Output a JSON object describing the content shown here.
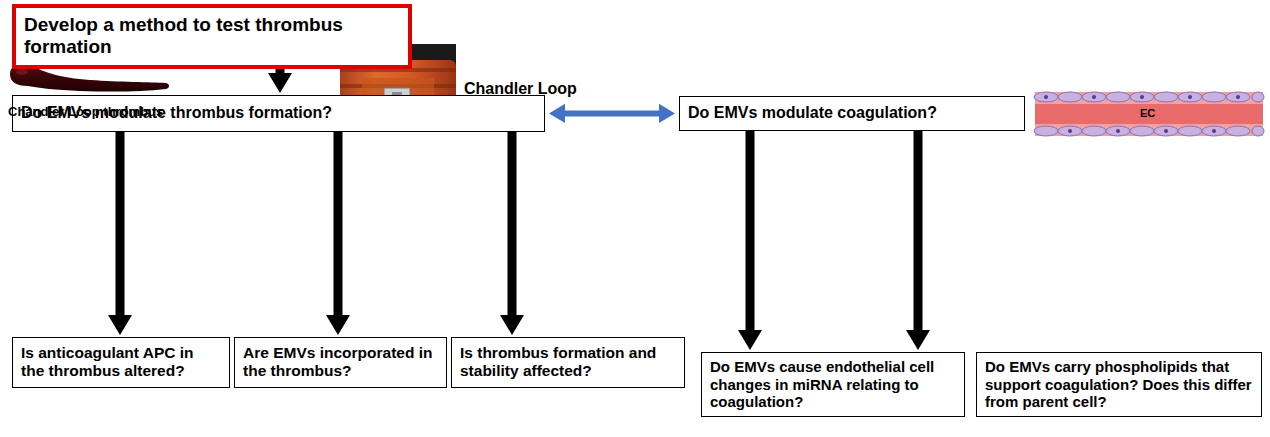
{
  "diagram": {
    "nodes": [
      {
        "text": [
          "Develop a method to test thrombus formation"
        ]
      },
      {
        "text": [
          "Do EMVs modulate thrombus formation?"
        ]
      },
      {
        "text": [
          "Do EMVs modulate coagulation?"
        ]
      },
      {
        "text": [
          "Is anticoagulant APC in the thrombus altered?"
        ]
      },
      {
        "text": [
          "Are EMVs incorporated in the thrombus?"
        ]
      },
      {
        "text": [
          "Is thrombus formation and stability affected?"
        ]
      },
      {
        "text": [
          "Do EMVs cause endothelial cell changes in miRNA relating to coagulation?"
        ]
      },
      {
        "text": [
          "Do EMVs carry phospholipids that support coagulation? Does this differ from parent cell?"
        ]
      }
    ],
    "edges": [
      {
        "from": 0,
        "to": 1,
        "arrow": "to"
      },
      {
        "from": 1,
        "to": 2,
        "arrow": "both"
      },
      {
        "from": 1,
        "to": 3,
        "arrow": "to"
      },
      {
        "from": 1,
        "to": 4,
        "arrow": "to"
      },
      {
        "from": 1,
        "to": 5,
        "arrow": "to"
      },
      {
        "from": 2,
        "to": 6,
        "arrow": "to"
      },
      {
        "from": 2,
        "to": 7,
        "arrow": "to"
      }
    ],
    "labels": [
      "Chandler Loop thrombus",
      "Chandler Loop",
      "EC"
    ]
  }
}
